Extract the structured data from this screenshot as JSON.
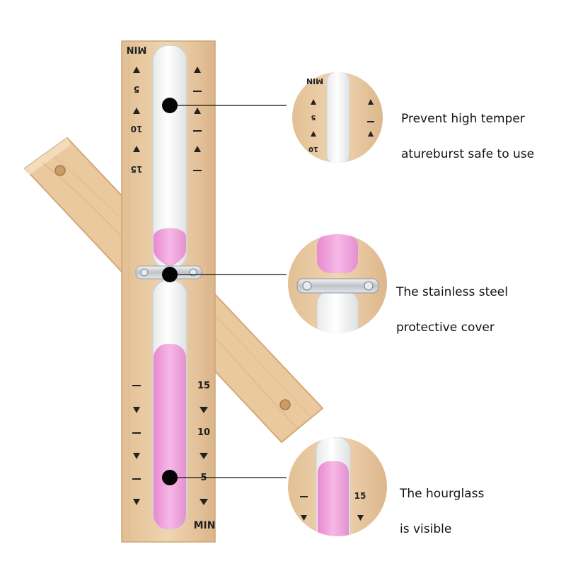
{
  "scale": {
    "top_label": "MIN",
    "bottom_label": "MIN",
    "top_numbers": [
      "5",
      "10",
      "15"
    ],
    "bottom_numbers": [
      "15",
      "10",
      "5"
    ]
  },
  "callouts": [
    {
      "id": "temperature",
      "lines": [
        "Prevent high temper",
        "atureburst safe to use"
      ]
    },
    {
      "id": "steel-cover",
      "lines": [
        "The stainless steel",
        "protective cover"
      ]
    },
    {
      "id": "visible",
      "lines": [
        "The hourglass",
        "is visible"
      ]
    }
  ],
  "colors": {
    "wood": "#e8c9a2",
    "wood_dark": "#d6b083",
    "sand": "#f0a6dd",
    "glass": "#f1f3f3",
    "metal": "#d7dbdf",
    "ink": "#111111"
  }
}
